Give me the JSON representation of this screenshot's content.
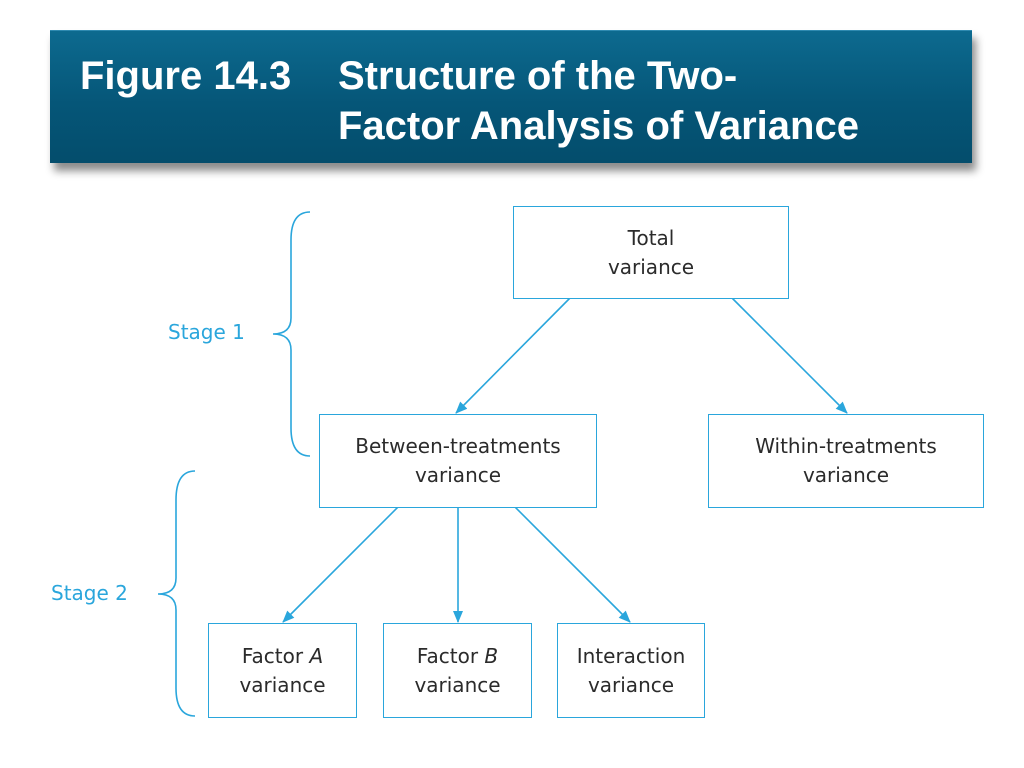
{
  "title": {
    "figure_label": "Figure 14.3",
    "line1": "Structure of the Two-",
    "line2": "Factor Analysis of Variance"
  },
  "nodes": {
    "total": {
      "line1": "Total",
      "line2": "variance"
    },
    "between": {
      "line1": "Between-treatments",
      "line2": "variance"
    },
    "within": {
      "line1": "Within-treatments",
      "line2": "variance"
    },
    "factor_a": {
      "prefix": "Factor",
      "letter": "A",
      "line2": "variance"
    },
    "factor_b": {
      "prefix": "Factor",
      "letter": "B",
      "line2": "variance"
    },
    "interaction": {
      "line1": "Interaction",
      "line2": "variance"
    }
  },
  "stages": {
    "stage1": "Stage 1",
    "stage2": "Stage 2"
  },
  "colors": {
    "banner": "#055678",
    "accent": "#2aa6dc",
    "text": "#2b2b2b"
  }
}
